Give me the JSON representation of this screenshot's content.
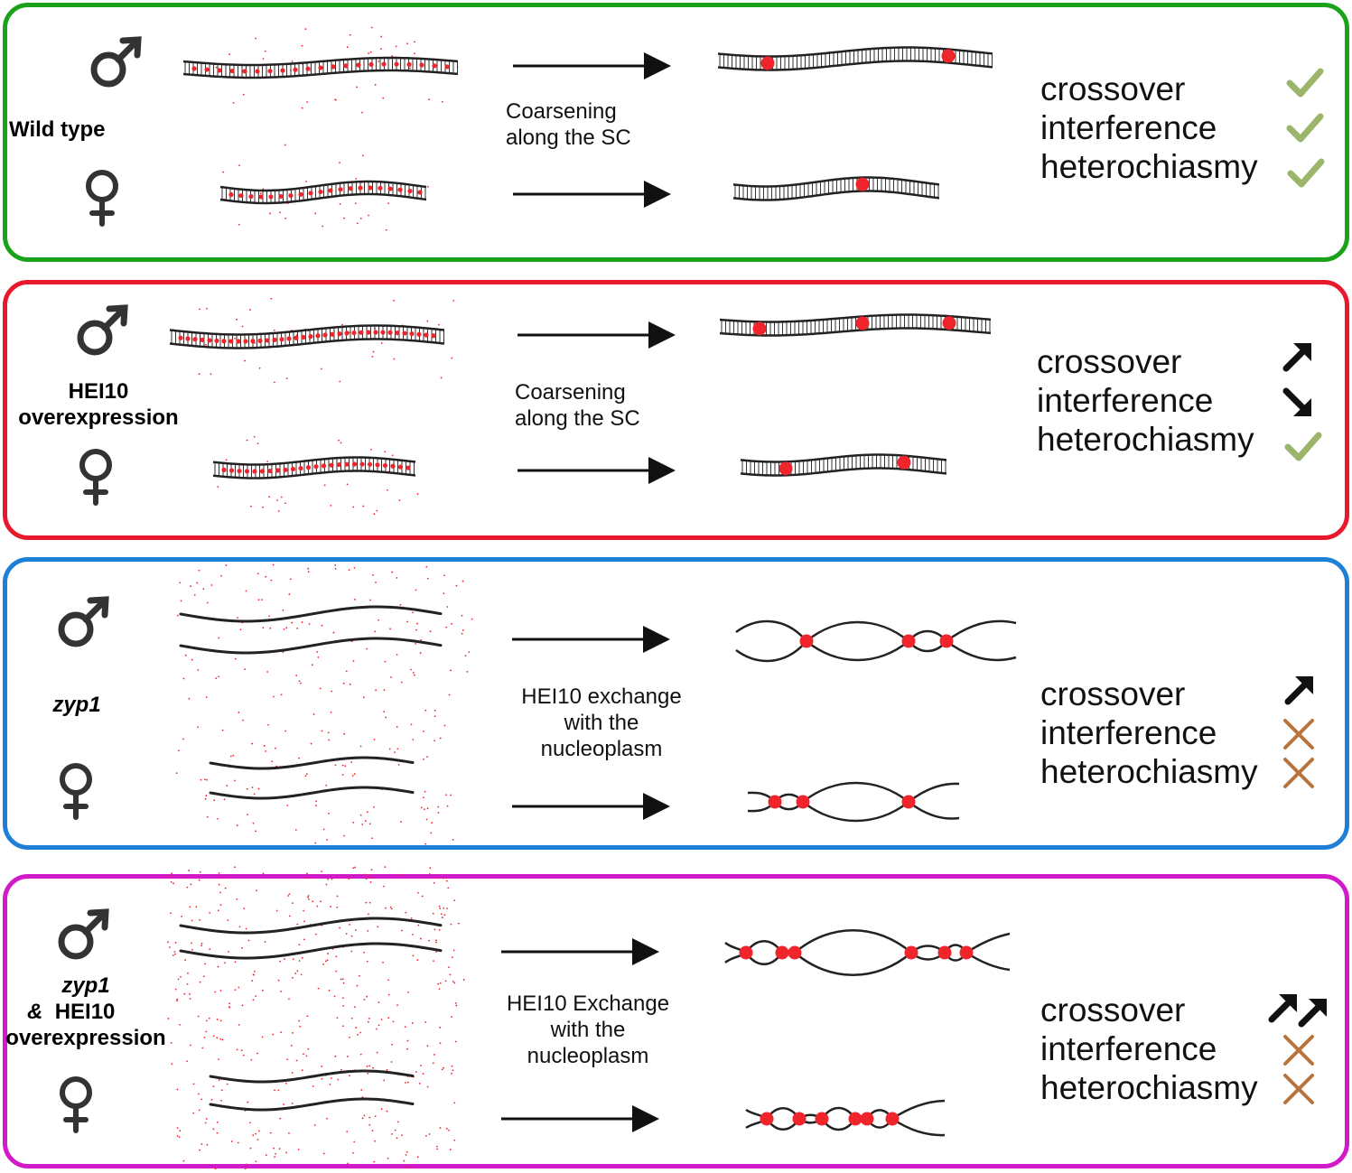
{
  "panels": [
    {
      "id": "wild-type",
      "border_color": "#1aa31a",
      "genotype_label": "Wild type",
      "process_lines": [
        "Coarsening",
        "along the SC"
      ],
      "traits": [
        "crossover",
        "interference",
        "heterochiasmy"
      ],
      "trait_states": [
        "check",
        "check",
        "check"
      ]
    },
    {
      "id": "hei10-overexpression",
      "border_color": "#e8192c",
      "genotype_label_lines": [
        "HEI10",
        "overexpression"
      ],
      "process_lines": [
        "Coarsening",
        "along the SC"
      ],
      "traits": [
        "crossover",
        "interference",
        "heterochiasmy"
      ],
      "trait_states": [
        "up-arrow",
        "down-arrow",
        "check"
      ]
    },
    {
      "id": "zyp1",
      "border_color": "#1e7fd6",
      "genotype_label": "zyp1",
      "process_lines": [
        "HEI10 exchange",
        "with the",
        "nucleoplasm"
      ],
      "traits": [
        "crossover",
        "interference",
        "heterochiasmy"
      ],
      "trait_states": [
        "up-arrow",
        "cross",
        "cross"
      ]
    },
    {
      "id": "zyp1-hei10",
      "border_color": "#d21ac8",
      "genotype_label_lines": [
        "zyp1",
        "&",
        "HEI10",
        "overexpression"
      ],
      "process_lines": [
        "HEI10 Exchange",
        "with the",
        "nucleoplasm"
      ],
      "traits": [
        "crossover",
        "interference",
        "heterochiasmy"
      ],
      "trait_states": [
        "double-up-arrow",
        "cross",
        "cross"
      ]
    }
  ],
  "icons": {
    "male": "male-symbol-icon",
    "female": "female-symbol-icon",
    "check": "check-icon",
    "cross": "cross-icon",
    "up_arrow": "arrow-up-right-icon",
    "down_arrow": "arrow-down-right-icon"
  },
  "colors": {
    "check": "#9bb56a",
    "cross": "#b8743c",
    "focus": "#f0242b",
    "symbol": "#333333"
  }
}
